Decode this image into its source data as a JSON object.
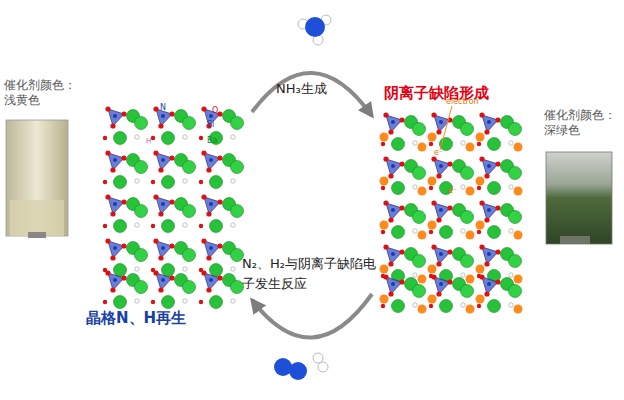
{
  "diagram": {
    "nodes": [
      {
        "text": [
          "晶格N、H再生"
        ]
      },
      {
        "text": [
          "阴离子缺陷形成"
        ]
      }
    ],
    "edges": [
      {
        "from": 0,
        "to": 1,
        "arrow": "to",
        "label": "NH₃生成"
      },
      {
        "from": 1,
        "to": 0,
        "arrow": "to",
        "label": "N₂、H₂与阴离子缺陷电子发生反应"
      }
    ],
    "labels": [
      "催化剂颜色：浅黄色",
      "催化剂颜色：深绿色",
      "N",
      "O",
      "Si",
      "Ba",
      "H",
      "electron",
      "e⁻",
      "e⁻"
    ]
  }
}
